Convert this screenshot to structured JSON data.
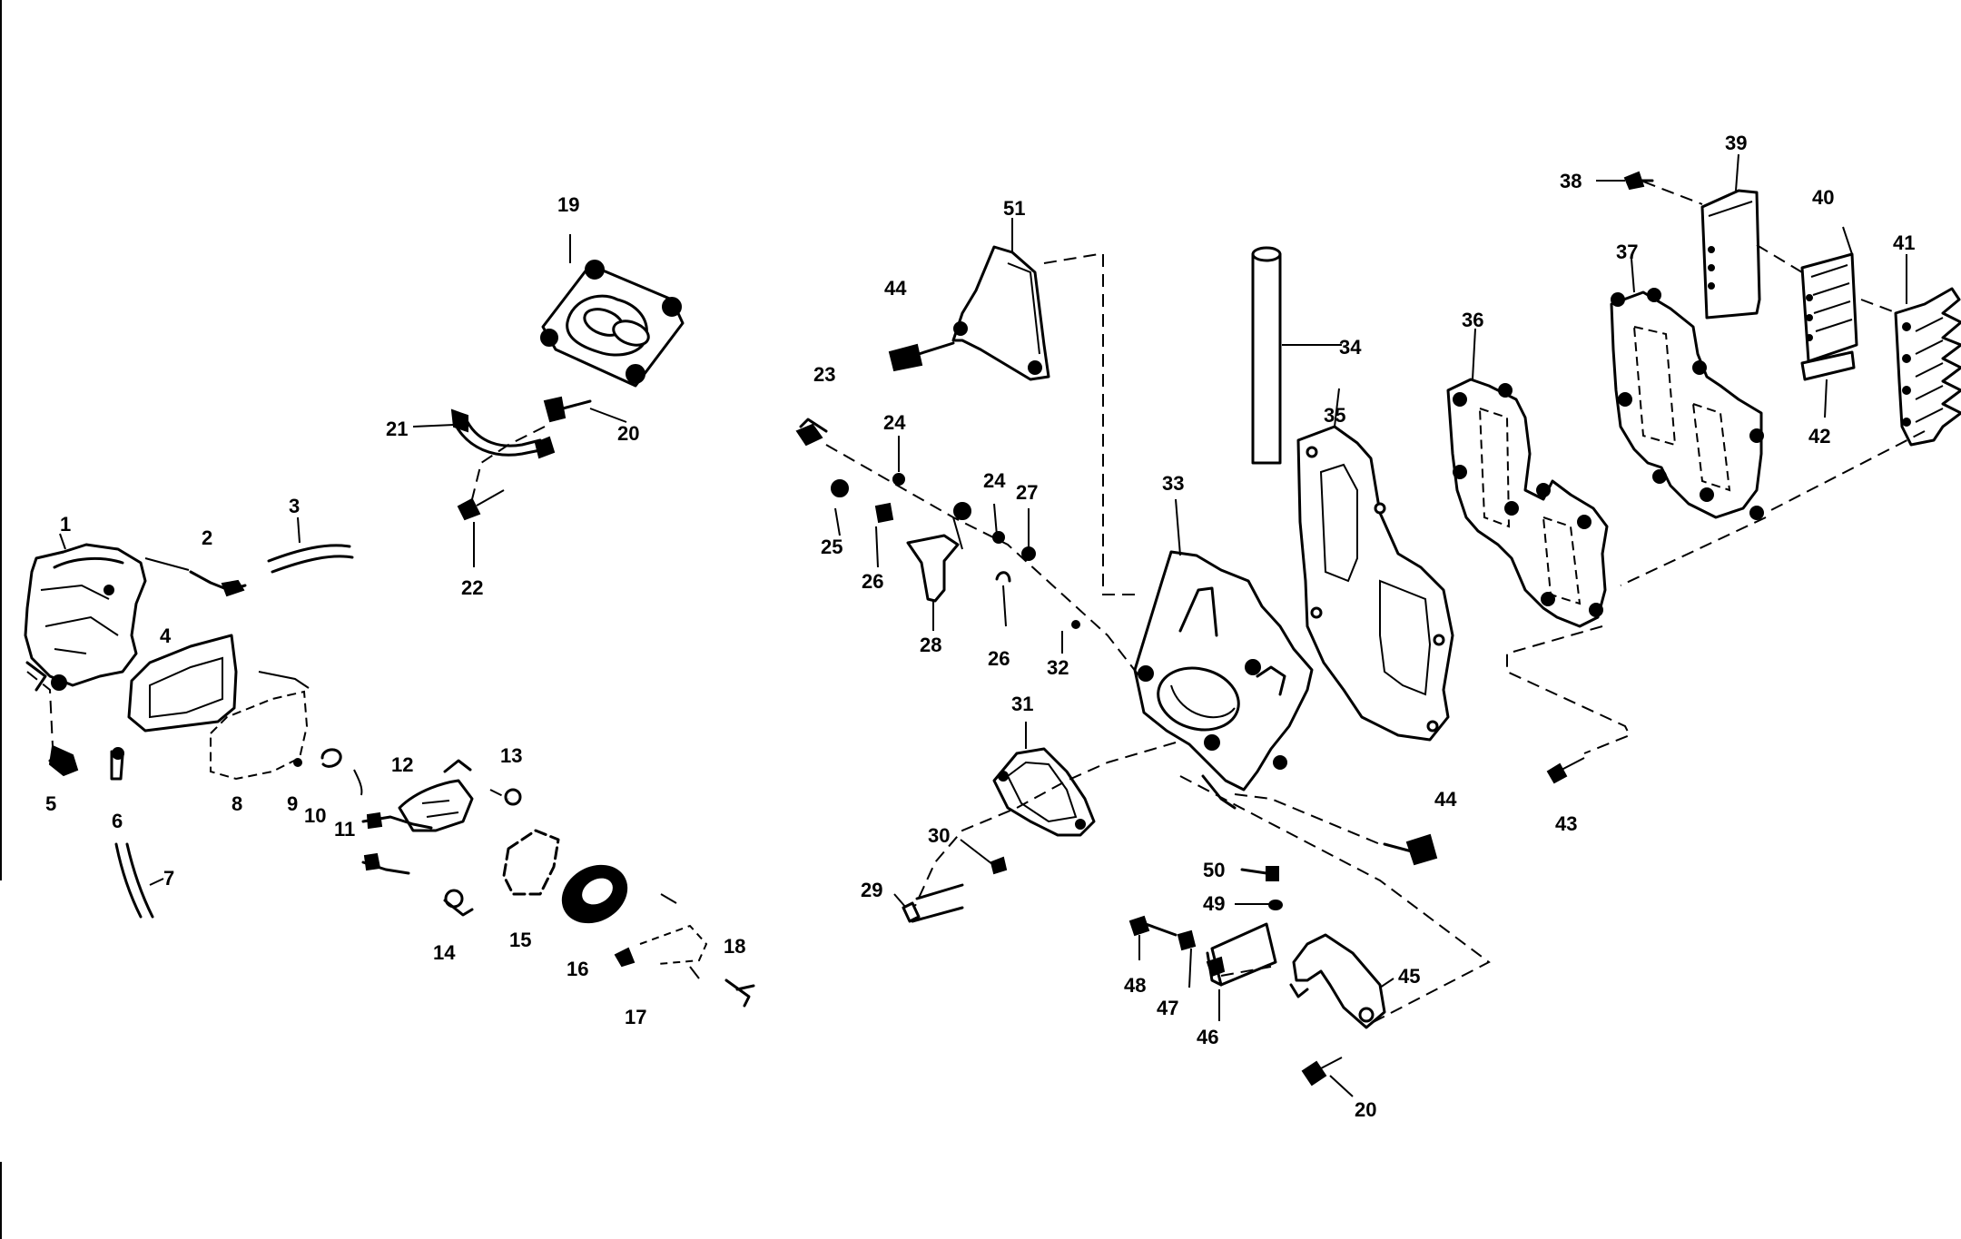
{
  "callouts": {
    "c1": "1",
    "c2": "2",
    "c3": "3",
    "c4": "4",
    "c5": "5",
    "c6": "6",
    "c7": "7",
    "c8": "8",
    "c9": "9",
    "c10": "10",
    "c11": "11",
    "c12": "12",
    "c13": "13",
    "c14": "14",
    "c15": "15",
    "c16": "16",
    "c17": "17",
    "c18": "18",
    "c19": "19",
    "c20a": "20",
    "c20b": "20",
    "c21": "21",
    "c22": "22",
    "c23": "23",
    "c24a": "24",
    "c24b": "24",
    "c25": "25",
    "c26a": "26",
    "c26b": "26",
    "c27": "27",
    "c28": "28",
    "c29": "29",
    "c30": "30",
    "c31": "31",
    "c32": "32",
    "c33": "33",
    "c34": "34",
    "c35": "35",
    "c36": "36",
    "c37": "37",
    "c38": "38",
    "c39": "39",
    "c40": "40",
    "c41": "41",
    "c42": "42",
    "c43": "43",
    "c44a": "44",
    "c44b": "44",
    "c45": "45",
    "c46": "46",
    "c47": "47",
    "c48": "48",
    "c49": "49",
    "c50": "50",
    "c51": "51"
  }
}
